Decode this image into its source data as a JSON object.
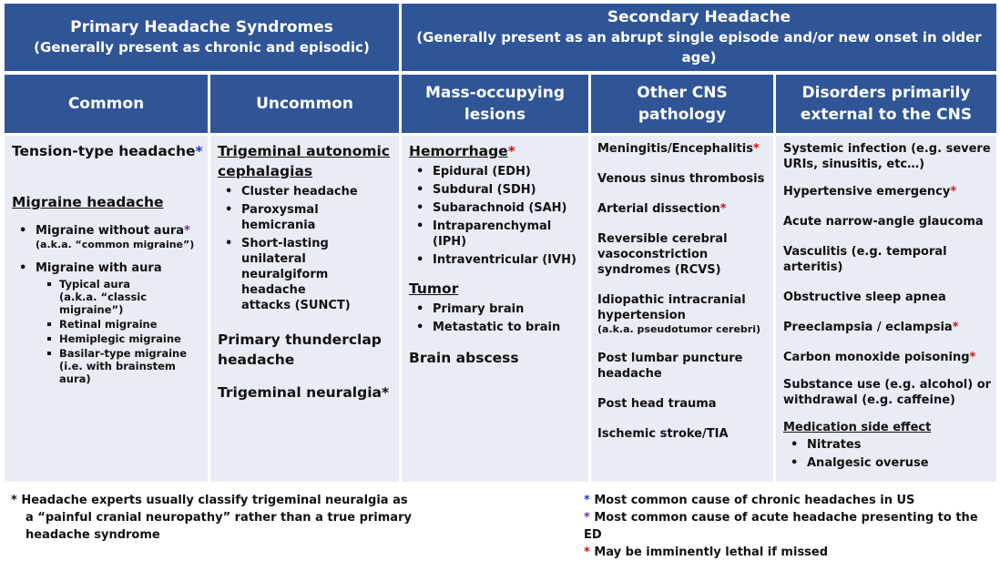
{
  "header": {
    "primary_title": "Primary Headache Syndromes",
    "primary_subtitle": "(Generally present as chronic and episodic)",
    "secondary_title": "Secondary Headache",
    "secondary_subtitle": "(Generally present as an abrupt single episode and/or new onset in older age)"
  },
  "columns": {
    "common": "Common",
    "uncommon": "Uncommon",
    "mass_1": "Mass-occupying",
    "mass_2": "lesions",
    "other_cns": "Other CNS pathology",
    "external_1": "Disorders primarily",
    "external_2": "external to the CNS"
  },
  "common": {
    "tension": "Tension-type headache",
    "migraine_heading": "Migraine headache",
    "without_aura": "Migraine without aura",
    "without_aura_aka": "(a.k.a. “common migraine”)",
    "with_aura": "Migraine with aura",
    "typical_aura": "Typical aura",
    "typical_aura_aka": "(a.k.a. “classic migraine”)",
    "retinal": "Retinal migraine",
    "hemiplegic": "Hemiplegic migraine",
    "basilar": "Basilar-type migraine",
    "basilar_ie": "(i.e. with brainstem aura)"
  },
  "uncommon": {
    "tac_1": "Trigeminal autonomic",
    "tac_2": "cephalagias",
    "cluster": "Cluster headache",
    "paroxysmal": "Paroxysmal hemicrania",
    "suncт_1": "Short-lasting unilateral",
    "sunct_2": "neuralgiform headache",
    "sunct_3": "attacks (SUNCT)",
    "thunderclap_1": "Primary thunderclap",
    "thunderclap_2": "headache",
    "neuralgia": "Trigeminal neuralgia*"
  },
  "mass": {
    "hemorrhage": "Hemorrhage",
    "edh": "Epidural (EDH)",
    "sdh": "Subdural (SDH)",
    "sah": "Subarachnoid (SAH)",
    "iph": "Intraparenchymal (IPH)",
    "ivh": "Intraventricular (IVH)",
    "tumor": "Tumor",
    "primary_brain": "Primary brain",
    "metastatic": "Metastatic to brain",
    "abscess": "Brain abscess"
  },
  "other": {
    "meningitis": "Meningitis/Encephalitis",
    "venous": "Venous sinus thrombosis",
    "arterial": "Arterial dissection",
    "rcvs_1": "Reversible cerebral",
    "rcvs_2": "vasoconstriction",
    "rcvs_3": "syndromes (RCVS)",
    "iih_1": "Idiopathic intracranial",
    "iih_2": "hypertension",
    "iih_aka": "(a.k.a. pseudotumor cerebri)",
    "lp_1": "Post lumbar puncture",
    "lp_2": "headache",
    "trauma": "Post head trauma",
    "stroke": "Ischemic stroke/TIA"
  },
  "external": {
    "infection_1": "Systemic infection (e.g. severe",
    "infection_2": "URIs, sinusitis, etc…)",
    "htn": "Hypertensive emergency",
    "glaucoma": "Acute narrow-angle glaucoma",
    "vasculitis": "Vasculitis (e.g. temporal arteritis)",
    "osa": "Obstructive sleep apnea",
    "preeclampsia": "Preeclampsia / eclampsia",
    "co": "Carbon monoxide poisoning",
    "substance_1": "Substance use (e.g. alcohol) or",
    "substance_2": "withdrawal (e.g. caffeine)",
    "med_heading": "Medication side effect",
    "nitrates": "Nitrates",
    "analgesic": "Analgesic overuse"
  },
  "footnotes": {
    "left_1": "*  Headache experts usually classify trigeminal neuralgia as",
    "left_2": "a “painful cranial neuropathy” rather than a true primary",
    "left_3": "headache syndrome",
    "star": "*",
    "blue_note": "Most common cause of chronic headaches in US",
    "purple_note": "Most common cause of acute headache presenting to the ED",
    "red_note": "May be imminently lethal if missed"
  },
  "colors": {
    "header_bg": "#2f5597",
    "cell_bg": "#e9ecf5",
    "star_blue": "#1f3fb8",
    "star_purple": "#7030a0",
    "star_red": "#d01010"
  }
}
